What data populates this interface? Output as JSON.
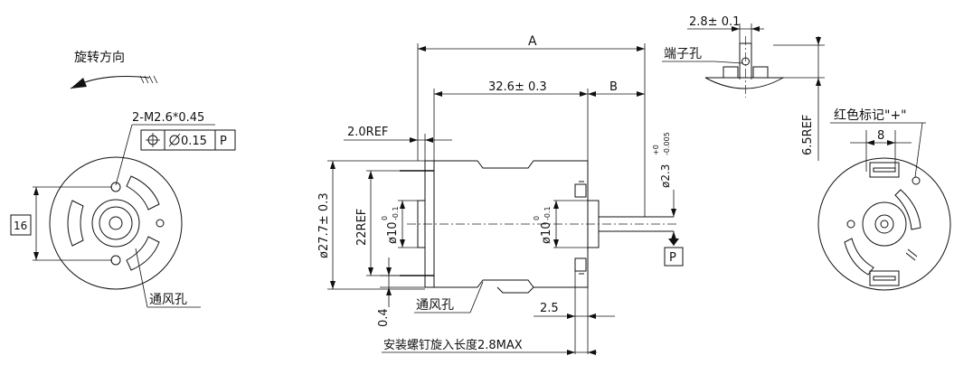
{
  "labels": {
    "rotation": "旋转方向",
    "m_thread": "2-M2.6*0.45",
    "fcf_value": "0.15",
    "fcf_datum": "P",
    "vent_left": "通风孔",
    "dim_16": "16",
    "dim_a": "A",
    "dim_326": "32.6± 0.3",
    "dim_b": "B",
    "dim_20ref": "2.0REF",
    "dim_277": "ø27.7± 0.3",
    "dim_22ref": "22REF",
    "dim_10a": "ø10",
    "dim_10b": "ø10",
    "tol_0": "0",
    "tol_01": "-0.1",
    "dim_23": "ø2.3",
    "tol_23u": "+0",
    "tol_23l": "-0.005",
    "datum_p": "P",
    "vent_mid": "通风孔",
    "dim_25": "2.5",
    "dim_04": "0.4",
    "screw_note": "安装螺钉旋入长度2.8MAX",
    "dim_28": "2.8± 0.1",
    "terminal_hole": "端子孔",
    "dim_65ref": "6.5REF",
    "red_mark": "红色标记\"+\"",
    "dim_8": "8"
  }
}
